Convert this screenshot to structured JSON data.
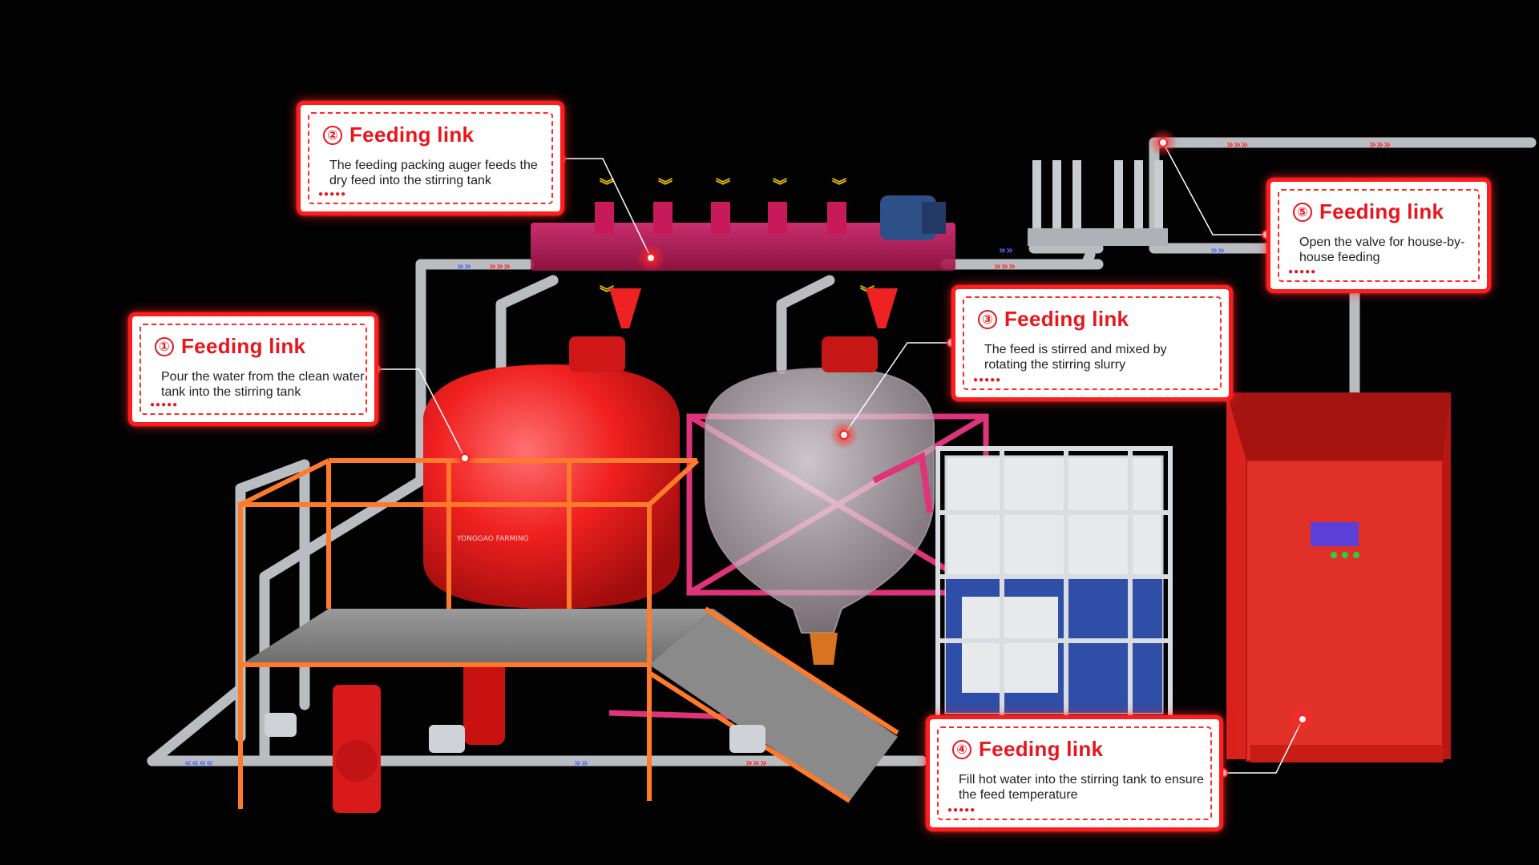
{
  "callouts": [
    {
      "number": "①",
      "title": "Feeding link",
      "description": "Pour the water from the clean water tank into the stirring tank"
    },
    {
      "number": "②",
      "title": "Feeding link",
      "description": "The feeding packing auger feeds the dry feed into the stirring tank"
    },
    {
      "number": "③",
      "title": "Feeding link",
      "description": "The feed is stirred and mixed by rotating the stirring slurry"
    },
    {
      "number": "④",
      "title": "Feeding link",
      "description": "Fill hot water into the stirring tank to ensure the feed temperature"
    },
    {
      "number": "⑤",
      "title": "Feeding link",
      "description": "Open the valve for house-by-house feeding"
    }
  ],
  "tank_branding": "YONGGAO FARMING",
  "colors": {
    "background": "#020203",
    "accent_red": "#ff1e1e",
    "title_red": "#e8161c",
    "pipe_gray": "#b9bdc2",
    "arrow_red": "#ff3030",
    "arrow_blue": "#4a6cff",
    "feed_arrow_yellow": "#f2c200"
  }
}
